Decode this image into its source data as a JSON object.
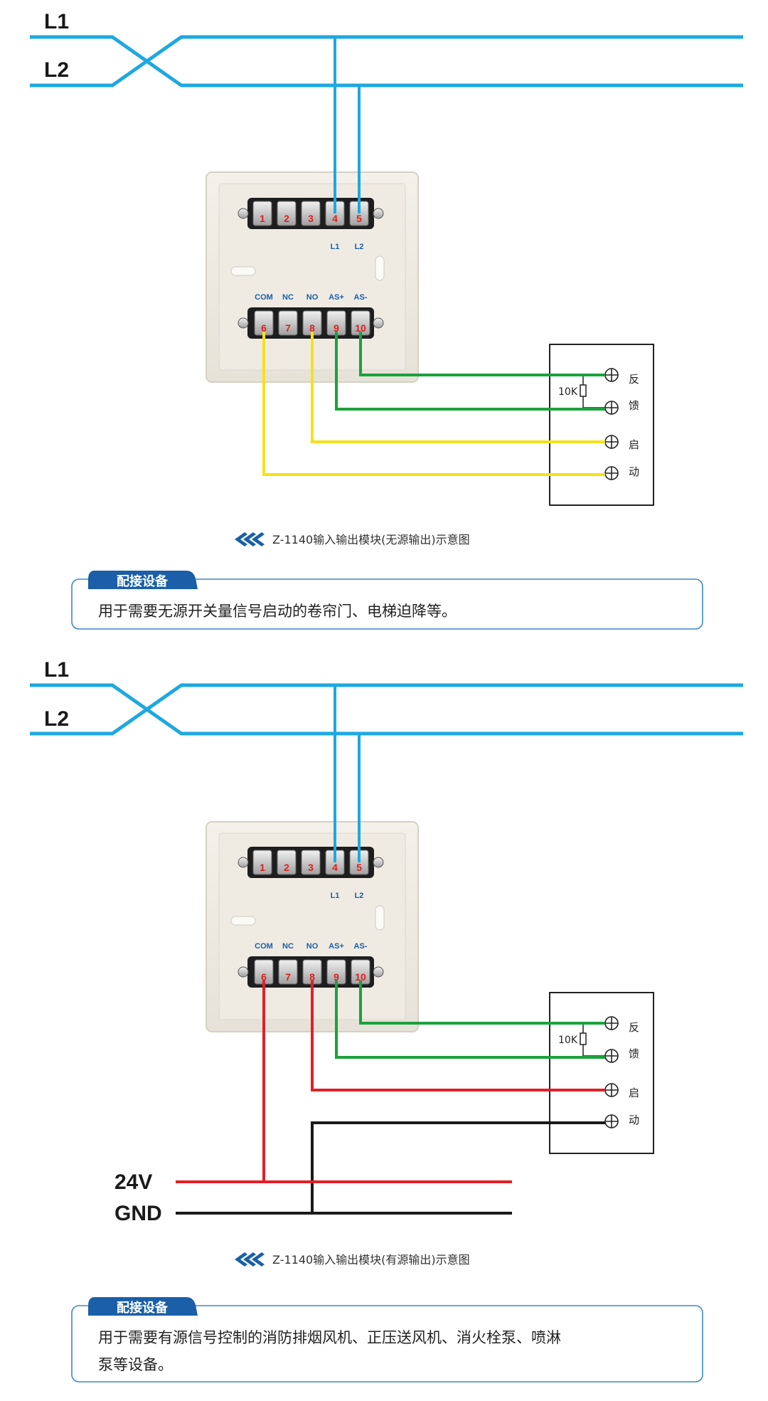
{
  "diagram1": {
    "bus": {
      "l1": "L1",
      "l2": "L2"
    },
    "module": {
      "top_terminals": [
        "1",
        "2",
        "3",
        "4",
        "5"
      ],
      "top_labels": [
        "L1",
        "L2"
      ],
      "bottom_labels": [
        "COM",
        "NC",
        "NO",
        "AS+",
        "AS-"
      ],
      "bottom_terminals": [
        "6",
        "7",
        "8",
        "9",
        "10"
      ]
    },
    "device": {
      "resistor": "10K",
      "feedback": [
        "反",
        "馈"
      ],
      "start": [
        "启",
        "动"
      ]
    },
    "caption": "Z-1140输入输出模块(无源输出)示意图",
    "note": {
      "tag": "配接设备",
      "lines": [
        "用于需要无源开关量信号启动的卷帘门、电梯迫降等。"
      ]
    }
  },
  "diagram2": {
    "bus": {
      "l1": "L1",
      "l2": "L2"
    },
    "module": {
      "top_terminals": [
        "1",
        "2",
        "3",
        "4",
        "5"
      ],
      "top_labels": [
        "L1",
        "L2"
      ],
      "bottom_labels": [
        "COM",
        "NC",
        "NO",
        "AS+",
        "AS-"
      ],
      "bottom_terminals": [
        "6",
        "7",
        "8",
        "9",
        "10"
      ]
    },
    "device": {
      "resistor": "10K",
      "feedback": [
        "反",
        "馈"
      ],
      "start": [
        "启",
        "动"
      ]
    },
    "power": {
      "v24": "24V",
      "gnd": "GND"
    },
    "caption": "Z-1140输入输出模块(有源输出)示意图",
    "note": {
      "tag": "配接设备",
      "lines": [
        "用于需要有源信号控制的消防排烟风机、正压送风机、消火栓泵、喷淋",
        "泵等设备。"
      ]
    }
  },
  "colors": {
    "bus": "#1ea8e0",
    "green": "#1aa23c",
    "yellow": "#f5e11b",
    "red": "#e0202a",
    "black": "#1a1a1a",
    "accent": "#1a5fa8"
  }
}
